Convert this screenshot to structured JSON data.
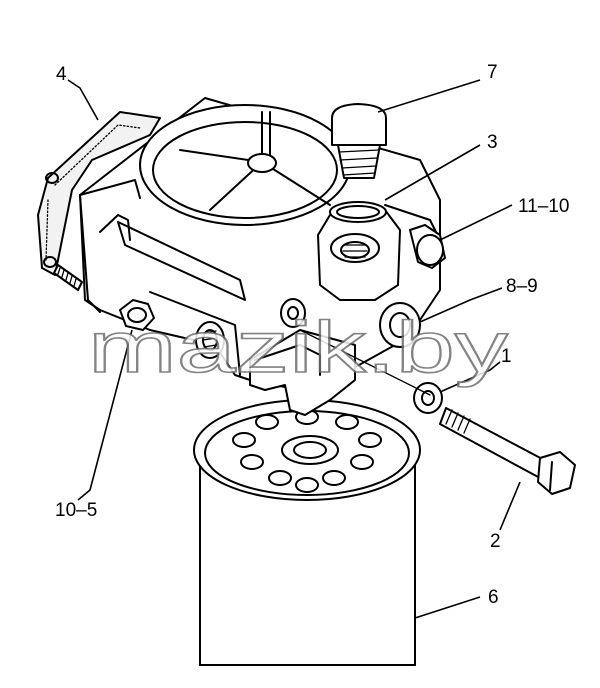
{
  "callouts": {
    "c4": "4",
    "c7": "7",
    "c3": "3",
    "c11_10": "11–10",
    "c8_9": "8–9",
    "c1": "1",
    "c10_5": "10–5",
    "c2": "2",
    "c6": "6"
  },
  "watermark": "mazik.by",
  "colors": {
    "line": "#000000",
    "background": "#ffffff",
    "watermark_stroke": "#6e6e6e"
  }
}
